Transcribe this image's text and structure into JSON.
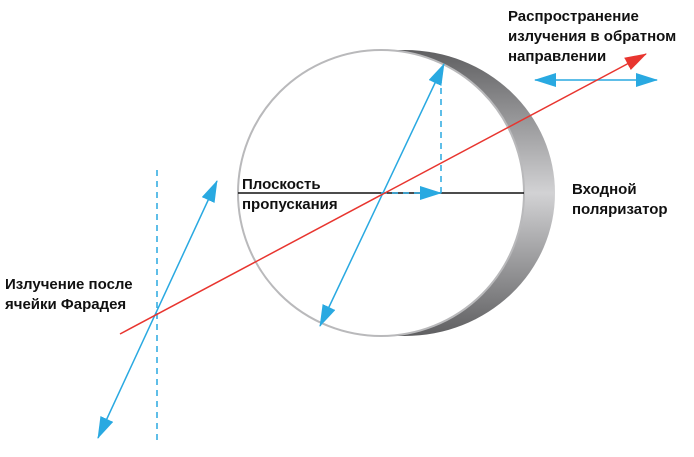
{
  "labels": {
    "transmission_plane": [
      "Плоскость",
      "пропускания"
    ],
    "input_polarizer": [
      "Входной",
      "поляризатор"
    ],
    "after_faraday": [
      "Излучение после",
      "ячейки Фарадея"
    ],
    "backward": [
      "Распространение",
      "излучения в обратном",
      "направлении"
    ]
  },
  "colors": {
    "beam": "#e8352f",
    "polarization": "#29a9e1",
    "ring_dark": "#6e6e70",
    "ring_light": "#cfcfd1"
  }
}
